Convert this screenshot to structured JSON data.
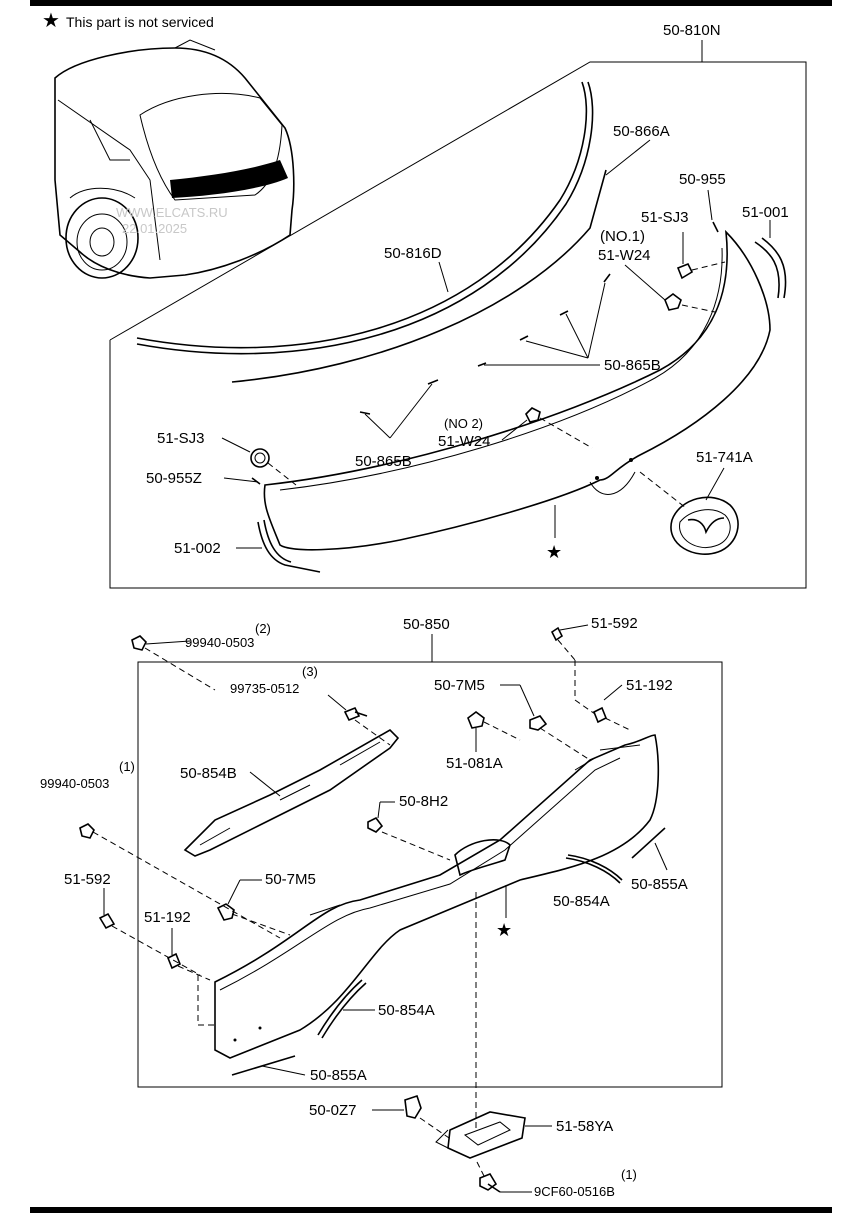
{
  "legend": {
    "star": "★",
    "text": "This part is not serviced"
  },
  "watermark": {
    "line1": "WWW.ELCATS.RU",
    "line2": "22.01.2025"
  },
  "upper": {
    "assembly": "50-810N",
    "parts": {
      "p866A": "50-866A",
      "p955": "50-955",
      "sj3_a": "51-SJ3",
      "p51001": "51-001",
      "no1": "(NO.1)",
      "w24_a": "51-W24",
      "p816D": "50-816D",
      "p865B_a": "50-865B",
      "sj3_b": "51-SJ3",
      "no2": "(NO 2)",
      "w24_b": "51-W24",
      "p865B_b": "50-865B",
      "p741A": "51-741A",
      "p955Z": "50-955Z",
      "p51002": "51-002"
    }
  },
  "lower": {
    "assembly": "50-850",
    "parts": {
      "q2": "(2)",
      "bolt_a": "99940-0503",
      "p592_a": "51-592",
      "q3": "(3)",
      "bolt_b": "99735-0512",
      "p7M5_a": "50-7M5",
      "p192_a": "51-192",
      "p854B": "50-854B",
      "p081A": "51-081A",
      "q1": "(1)",
      "bolt_c": "99940-0503",
      "p8H2": "50-8H2",
      "p7M5_b": "50-7M5",
      "p854A_a": "50-854A",
      "p855A_a": "50-855A",
      "p592_b": "51-592",
      "p192_b": "51-192",
      "p854A_b": "50-854A",
      "p855A_b": "50-855A",
      "p0Z7": "50-0Z7",
      "p58YA": "51-58YA",
      "q1b": "(1)",
      "bolt_d": "9CF60-0516B"
    }
  }
}
